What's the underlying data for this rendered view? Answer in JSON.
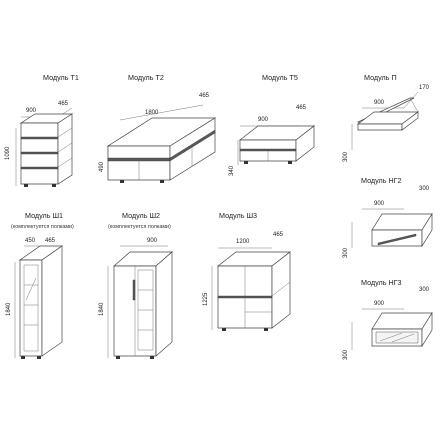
{
  "modules": {
    "t1": {
      "title": "Модуль Т1",
      "w": "900",
      "d": "465",
      "h": "1090"
    },
    "t2": {
      "title": "Модуль Т2",
      "w": "1800",
      "d": "465",
      "h": "490"
    },
    "t5": {
      "title": "Модуль Т5",
      "w": "900",
      "d": "465",
      "h": "340"
    },
    "p": {
      "title": "Модуль П",
      "w": "900",
      "d": "170",
      "h": "300"
    },
    "sh1": {
      "title": "Модуль Ш1",
      "note": "(комплектуется полками)",
      "w": "450",
      "d": "465",
      "h": "1840"
    },
    "sh2": {
      "title": "Модуль Ш2",
      "note": "(комплектуется полками)",
      "d": "900",
      "h": "1840"
    },
    "sh3": {
      "title": "Модуль Ш3",
      "w": "1200",
      "d": "465",
      "h": "1225"
    },
    "ng2": {
      "title": "Модуль НГ2",
      "w": "900",
      "d": "300",
      "h": "300"
    },
    "ng3": {
      "title": "Модуль НГ3",
      "w": "900",
      "d": "300",
      "h": "300"
    }
  }
}
